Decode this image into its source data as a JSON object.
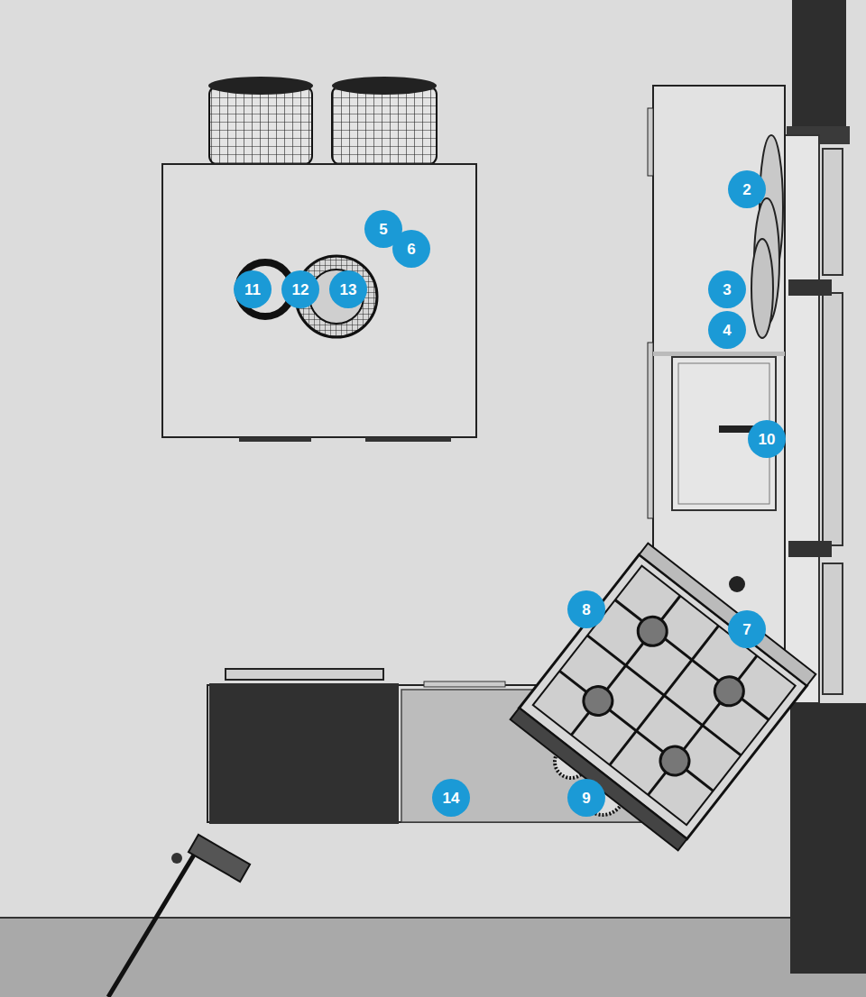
{
  "diagram": {
    "labels": [
      "2",
      "5",
      "6",
      "11",
      "12",
      "13",
      "3",
      "4",
      "10",
      "8",
      "7",
      "14",
      "9"
    ]
  }
}
